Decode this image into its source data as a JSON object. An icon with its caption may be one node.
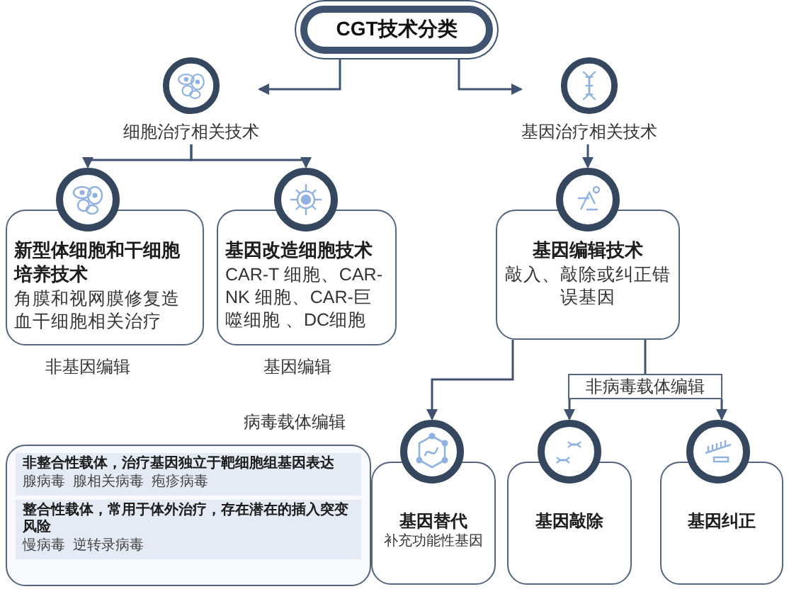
{
  "diagram": {
    "nodes": [
      {
        "text": [
          "CGT技术分类"
        ]
      },
      {
        "text": [
          "细胞治疗相关技术"
        ]
      },
      {
        "text": [
          "基因治疗相关技术"
        ]
      },
      {
        "text": [
          "新型体细胞和干细胞培养技术",
          "角膜和视网膜修复造血干细胞相关治疗"
        ],
        "beside": [
          "非基因编辑"
        ]
      },
      {
        "text": [
          "基因改造细胞技术",
          "CAR-T 细胞、CAR-NK 细胞、CAR-巨噬细胞 、DC细胞"
        ],
        "beside": [
          "基因编辑"
        ]
      },
      {
        "text": [
          "基因编辑技术",
          "敲入、敲除或纠正错误基因"
        ]
      },
      {
        "text": [
          "非病毒载体编辑"
        ]
      },
      {
        "text": [
          "病毒载体编辑"
        ]
      },
      {
        "text": [
          "非整合性载体，治疗基因独立于靶细胞组基因表达",
          "腺病毒  腺相关病毒  疱疹病毒"
        ],
        "in": 7
      },
      {
        "text": [
          "整合性载体，常用于体外治疗，存在潜在的插入突变风险",
          "慢病毒  逆转录病毒"
        ],
        "in": 7
      },
      {
        "text": [
          "基因替代",
          "补充功能性基因"
        ]
      },
      {
        "text": [
          "基因敲除"
        ]
      },
      {
        "text": [
          "基因纠正"
        ]
      }
    ],
    "edges": [
      {
        "from": 0,
        "to": 1,
        "arrow": "to"
      },
      {
        "from": 0,
        "to": 2,
        "arrow": "to"
      },
      {
        "from": 1,
        "to": 3,
        "arrow": "to"
      },
      {
        "from": 1,
        "to": 4,
        "arrow": "to"
      },
      {
        "from": 2,
        "to": 5,
        "arrow": "to"
      },
      {
        "from": 5,
        "to": 10,
        "arrow": "to"
      },
      {
        "from": 5,
        "to": 6,
        "arrow": "none"
      },
      {
        "from": 6,
        "to": 11,
        "arrow": "to"
      },
      {
        "from": 6,
        "to": 12,
        "arrow": "to"
      }
    ]
  }
}
